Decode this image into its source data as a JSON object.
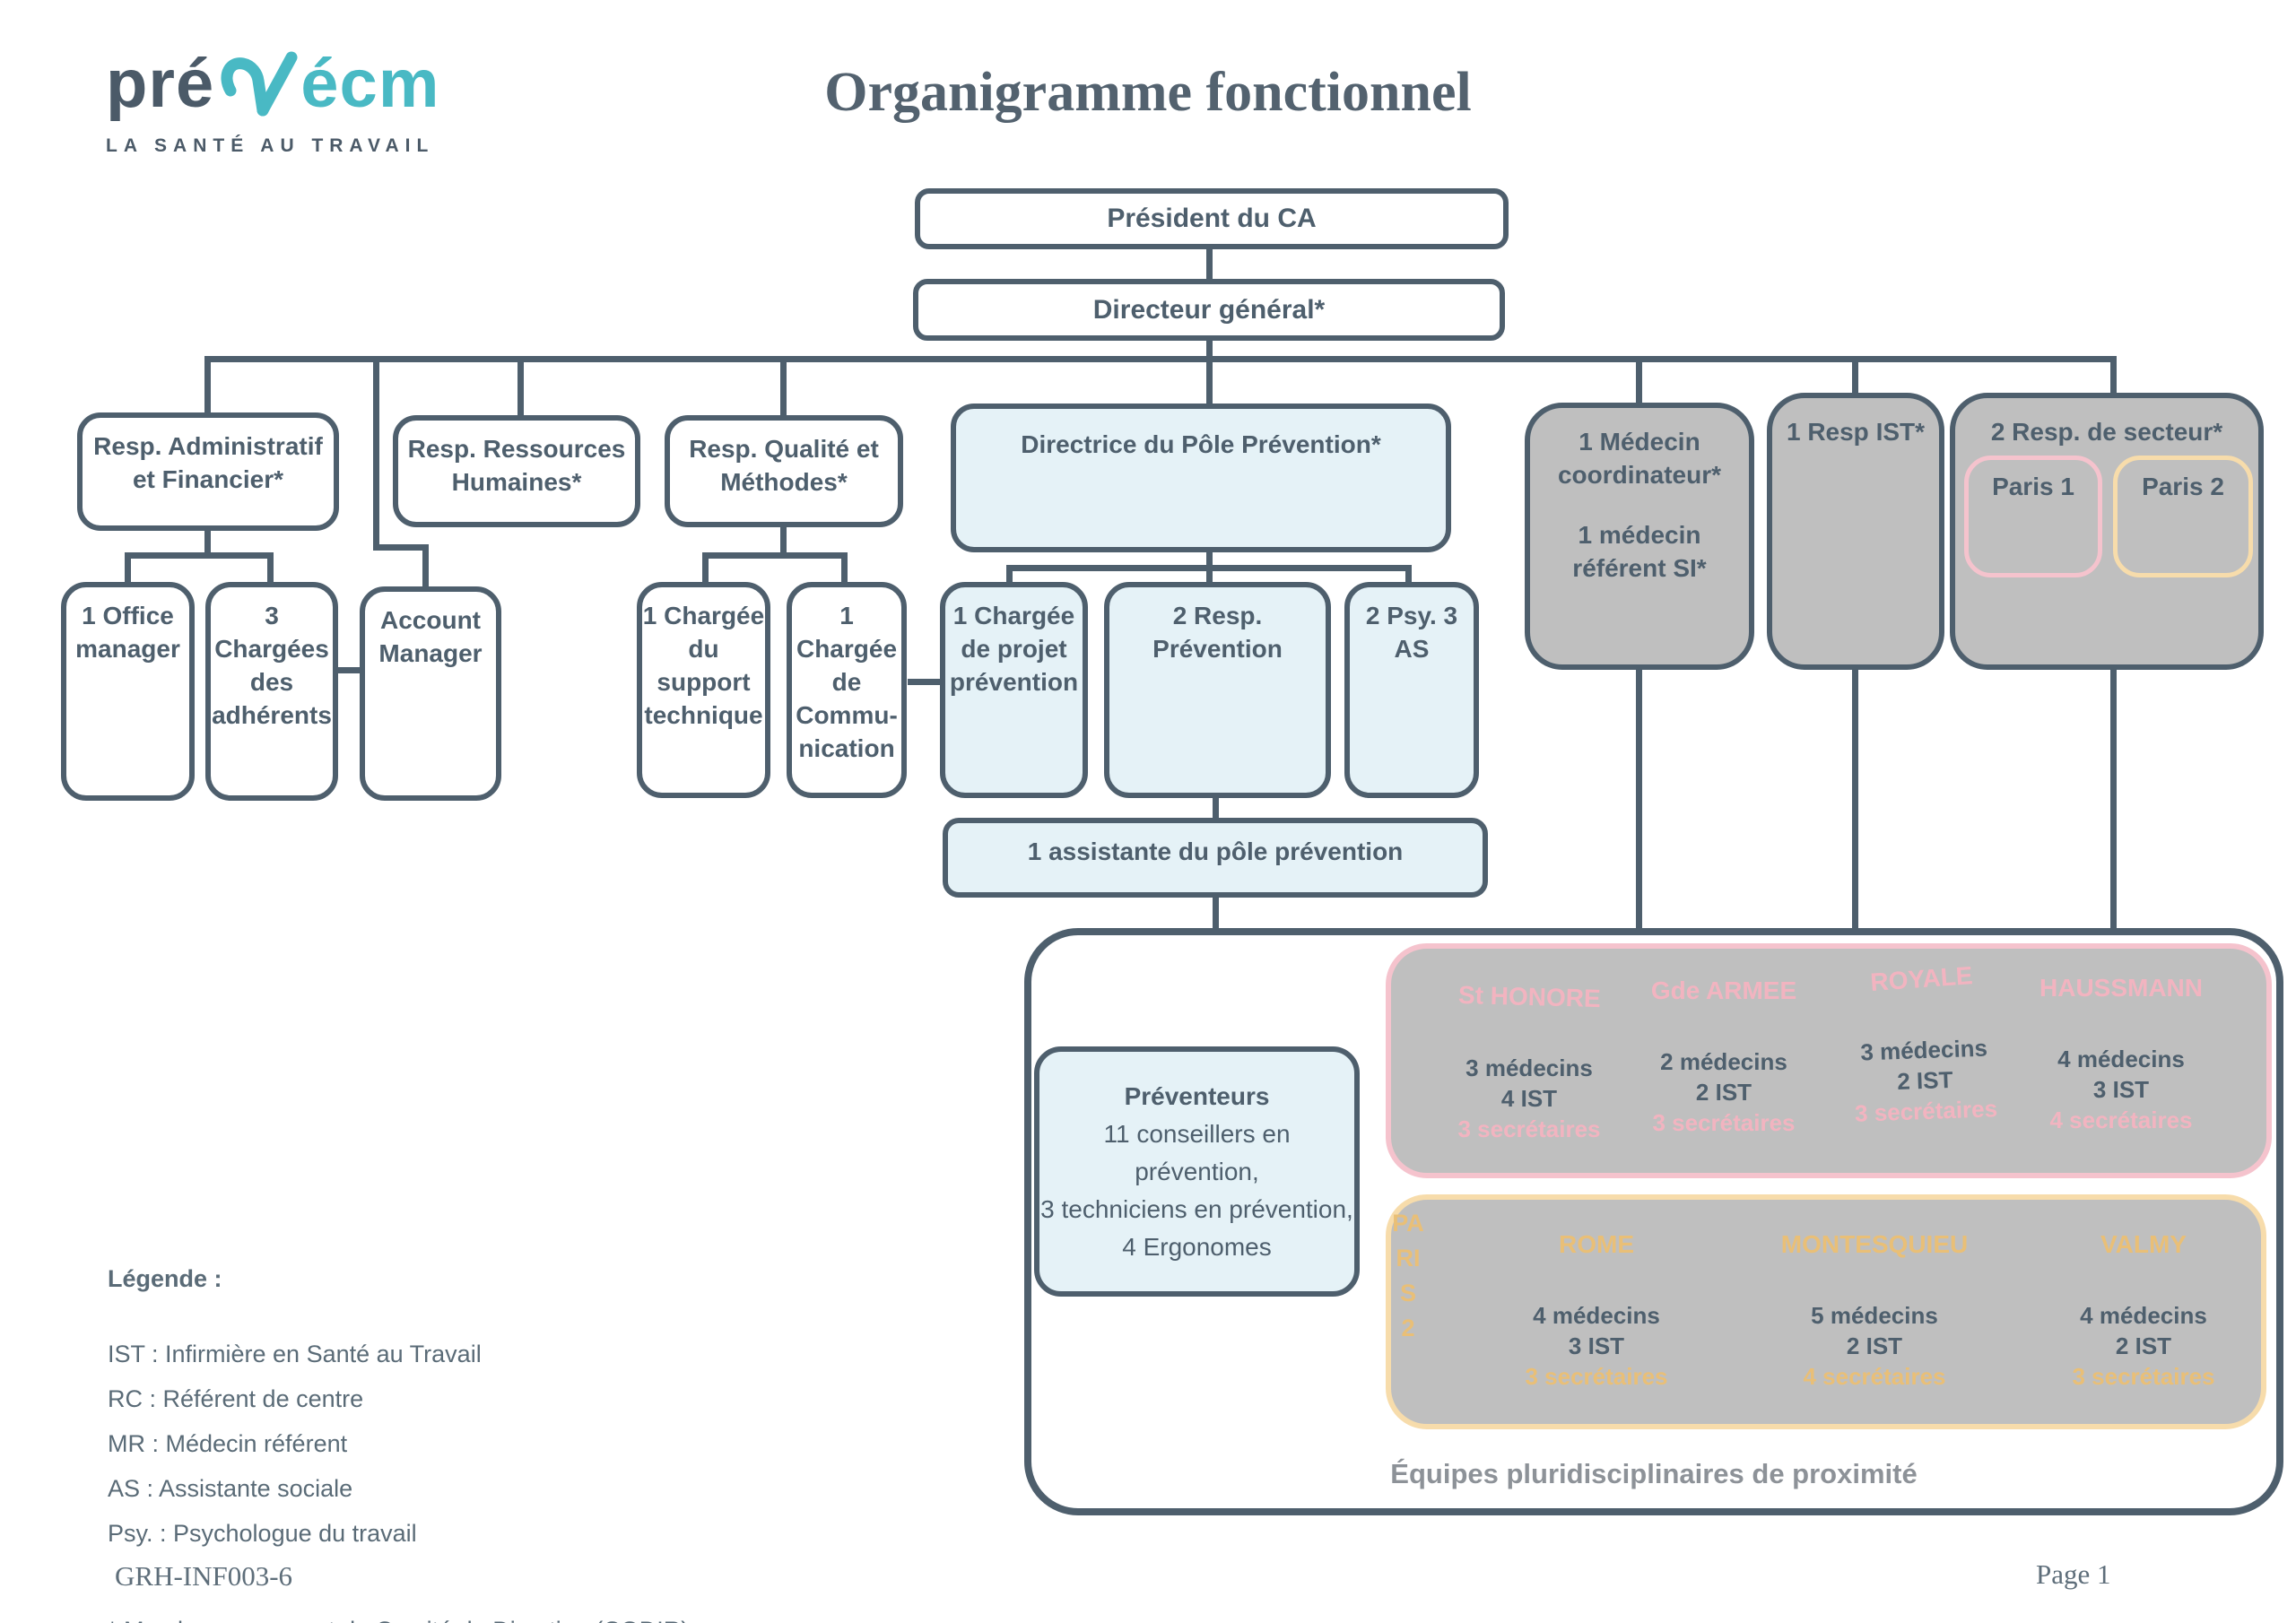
{
  "page": {
    "title": "Organigramme fonctionnel",
    "footer_left": "GRH-INF003-6",
    "footer_right": "Page 1"
  },
  "logo": {
    "brand_prefix": "pré",
    "brand_suffix": "écm",
    "tagline": "LA SANTÉ AU TRAVAIL",
    "teal": "#49b9c4",
    "slate": "#4b5a68"
  },
  "colors": {
    "slate": "#4e5f6d",
    "light_blue": "#e5f2f7",
    "gray": "#bfbfbf",
    "pink_border": "#f5c3cd",
    "pink_text": "#f2b4c0",
    "gold_border": "#f7dcab",
    "gold_text": "#e9bf77",
    "caption_gray": "#8d9298"
  },
  "org": {
    "president": "Président du CA",
    "directeur_general": "Directeur général*",
    "resp_admin": "Resp. Administratif et Financier*",
    "resp_rh": "Resp. Ressources Humaines*",
    "resp_qualite": "Resp. Qualité et Méthodes*",
    "directrice_pole": "Directrice du Pôle Prévention*",
    "medecin_coordinateur": "1 Médecin coordinateur*",
    "medecin_referent_si": "1 médecin référent SI*",
    "resp_ist": "1 Resp IST*",
    "resp_secteur": "2 Resp. de secteur*",
    "secteur_paris1": "Paris 1",
    "secteur_paris2": "Paris 2",
    "office_manager": "1 Office manager",
    "chargees_adherents": "3 Chargées des adhérents",
    "account_manager": "Account Manager",
    "chargee_support": "1 Chargée du support technique",
    "chargee_communication": "1 Chargée de Commu-nication",
    "chargee_projet": "1 Chargée de projet prévention",
    "resp_prevention": "2 Resp. Prévention",
    "psy_as": "2 Psy. 3 AS",
    "assistante_pole": "1 assistante du pôle prévention"
  },
  "proximite": {
    "caption": "Équipes pluridisciplinaires de proximité",
    "preventeurs": {
      "title": "Préventeurs",
      "line1": "11 conseillers en prévention,",
      "line2": "3 techniciens en prévention,",
      "line3": "4 Ergonomes"
    },
    "paris1": {
      "sites": [
        {
          "name": "St HONORE",
          "medecins": "3 médecins",
          "ist": "4 IST",
          "secretaires": "3 secrétaires"
        },
        {
          "name": "Gde ARMEE",
          "medecins": "2 médecins",
          "ist": "2 IST",
          "secretaires": "3 secrétaires"
        },
        {
          "name": "ROYALE",
          "medecins": "3 médecins",
          "ist": "2 IST",
          "secretaires": "3 secrétaires"
        },
        {
          "name": "HAUSSMANN",
          "medecins": "4 médecins",
          "ist": "3 IST",
          "secretaires": "4 secrétaires"
        }
      ]
    },
    "paris2": {
      "vertical_label": "PARIS 2",
      "sites": [
        {
          "name": "ROME",
          "medecins": "4 médecins",
          "ist": "3 IST",
          "secretaires": "3 secrétaires"
        },
        {
          "name": "MONTESQUIEU",
          "medecins": "5 médecins",
          "ist": "2 IST",
          "secretaires": "4 secrétaires"
        },
        {
          "name": "VALMY",
          "medecins": "4 médecins",
          "ist": "2 IST",
          "secretaires": "3 secrétaires"
        }
      ]
    }
  },
  "legend": {
    "title": "Légende :",
    "items": [
      "IST : Infirmière en Santé au Travail",
      "RC : Référent de centre",
      "MR : Médecin référent",
      "AS : Assistante sociale",
      "Psy. : Psychologue du travail"
    ],
    "codir_note": "* Membre permanent du Comité de Direction (CODIR)"
  }
}
